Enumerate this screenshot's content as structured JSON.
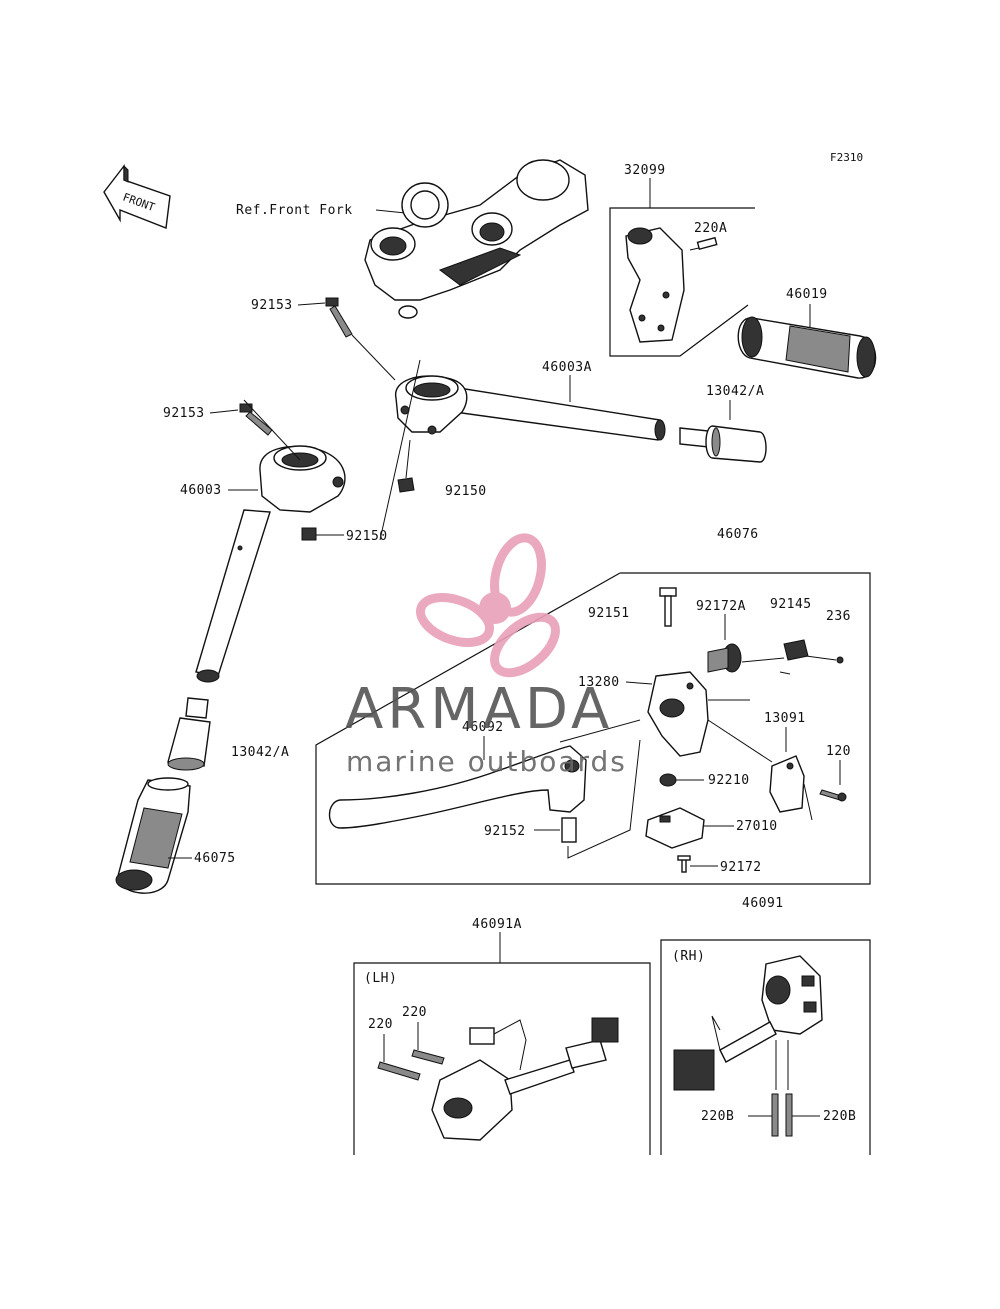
{
  "figure_code": "F2310",
  "direction_label": "FRONT",
  "ref_label": "Ref.Front Fork",
  "watermark": {
    "brand": "ARMADA",
    "tagline": "marine outboards",
    "brand_color": "#555555",
    "logo_color": "#e8a0b8"
  },
  "parts": {
    "p32099": "32099",
    "p220A": "220A",
    "p46019": "46019",
    "p92153a": "92153",
    "p46003A": "46003A",
    "p13042A_r": "13042/A",
    "p92153b": "92153",
    "p46003": "46003",
    "p92150a": "92150",
    "p92150b": "92150",
    "p46076": "46076",
    "p92151": "92151",
    "p92172A": "92172A",
    "p92145": "92145",
    "p236": "236",
    "p13280": "13280",
    "p46092": "46092",
    "p13091": "13091",
    "p13042A_l": "13042/A",
    "p120": "120",
    "p92210": "92210",
    "p27010": "27010",
    "p92152": "92152",
    "p46075": "46075",
    "p92172": "92172",
    "p46091": "46091",
    "p46091A": "46091A",
    "pLH": "(LH)",
    "pRH": "(RH)",
    "p220a": "220",
    "p220b": "220",
    "p220B_l": "220B",
    "p220B_r": "220B"
  }
}
